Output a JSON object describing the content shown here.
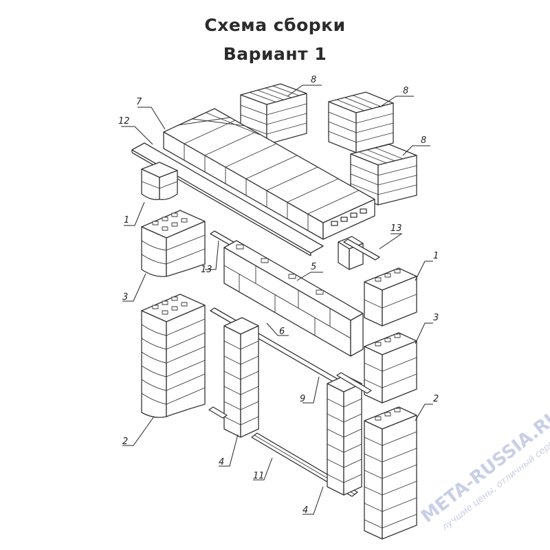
{
  "title": {
    "line1": "Схема сборки",
    "line2": "Вариант 1"
  },
  "callouts": {
    "c1a": "1",
    "c1b": "1",
    "c2a": "2",
    "c2b": "2",
    "c3a": "3",
    "c3b": "3",
    "c4a": "4",
    "c4b": "4",
    "c5": "5",
    "c6": "6",
    "c7": "7",
    "c8a": "8",
    "c8b": "8",
    "c8c": "8",
    "c9": "9",
    "c11": "11",
    "c12": "12",
    "c13a": "13",
    "c13b": "13"
  },
  "watermark": {
    "brand": "META-RUSSIA.RU",
    "slogan": "лучшие цены, отличный сервис!"
  },
  "colors": {
    "ink": "#333333",
    "title": "#2b2b2b",
    "watermark": "#c9cfe6"
  }
}
